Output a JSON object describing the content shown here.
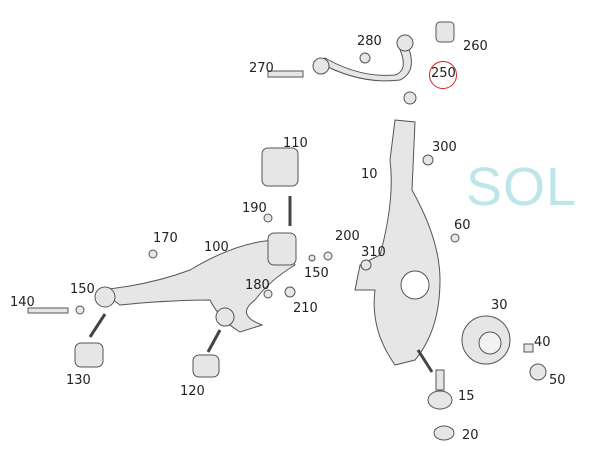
{
  "watermark": {
    "text": "SOL",
    "color": "#bde5ea"
  },
  "highlight": {
    "part": "250",
    "color": "#e02020"
  },
  "parts": [
    {
      "id": "p280",
      "label": "280"
    },
    {
      "id": "p260",
      "label": "260"
    },
    {
      "id": "p270",
      "label": "270"
    },
    {
      "id": "p250",
      "label": "250"
    },
    {
      "id": "p110",
      "label": "110"
    },
    {
      "id": "p300",
      "label": "300"
    },
    {
      "id": "p10",
      "label": "10"
    },
    {
      "id": "p190",
      "label": "190"
    },
    {
      "id": "p60",
      "label": "60"
    },
    {
      "id": "p170",
      "label": "170"
    },
    {
      "id": "p200",
      "label": "200"
    },
    {
      "id": "p100",
      "label": "100"
    },
    {
      "id": "p310",
      "label": "310"
    },
    {
      "id": "p150a",
      "label": "150"
    },
    {
      "id": "p150b",
      "label": "150"
    },
    {
      "id": "p180",
      "label": "180"
    },
    {
      "id": "p210",
      "label": "210"
    },
    {
      "id": "p140",
      "label": "140"
    },
    {
      "id": "p30",
      "label": "30"
    },
    {
      "id": "p40",
      "label": "40"
    },
    {
      "id": "p130",
      "label": "130"
    },
    {
      "id": "p50",
      "label": "50"
    },
    {
      "id": "p120",
      "label": "120"
    },
    {
      "id": "p15",
      "label": "15"
    },
    {
      "id": "p20",
      "label": "20"
    }
  ]
}
